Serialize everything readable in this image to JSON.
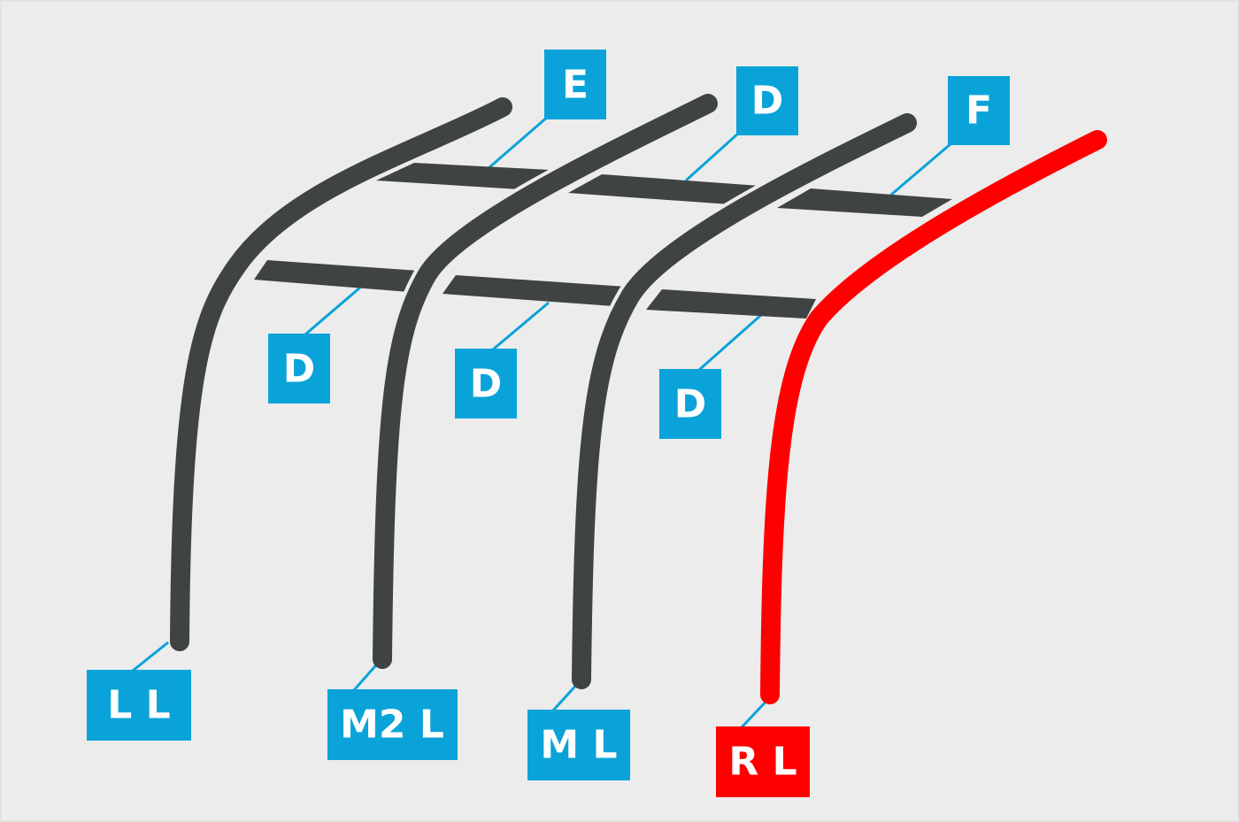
{
  "colors": {
    "background": "#ececec",
    "line": "#3f4342",
    "highlight": "#ff0000",
    "label": "#0aa3d9",
    "label_text": "#ffffff"
  },
  "tracks": [
    {
      "id": "ll",
      "label": "L L",
      "highlight": false
    },
    {
      "id": "m2l",
      "label": "M2 L",
      "highlight": false
    },
    {
      "id": "ml",
      "label": "M L",
      "highlight": false
    },
    {
      "id": "rl",
      "label": "R L",
      "highlight": true
    }
  ],
  "crossings": [
    {
      "id": "e",
      "label": "E"
    },
    {
      "id": "d-top",
      "label": "D"
    },
    {
      "id": "f",
      "label": "F"
    },
    {
      "id": "d-low-1",
      "label": "D"
    },
    {
      "id": "d-low-2",
      "label": "D"
    },
    {
      "id": "d-low-3",
      "label": "D"
    }
  ]
}
